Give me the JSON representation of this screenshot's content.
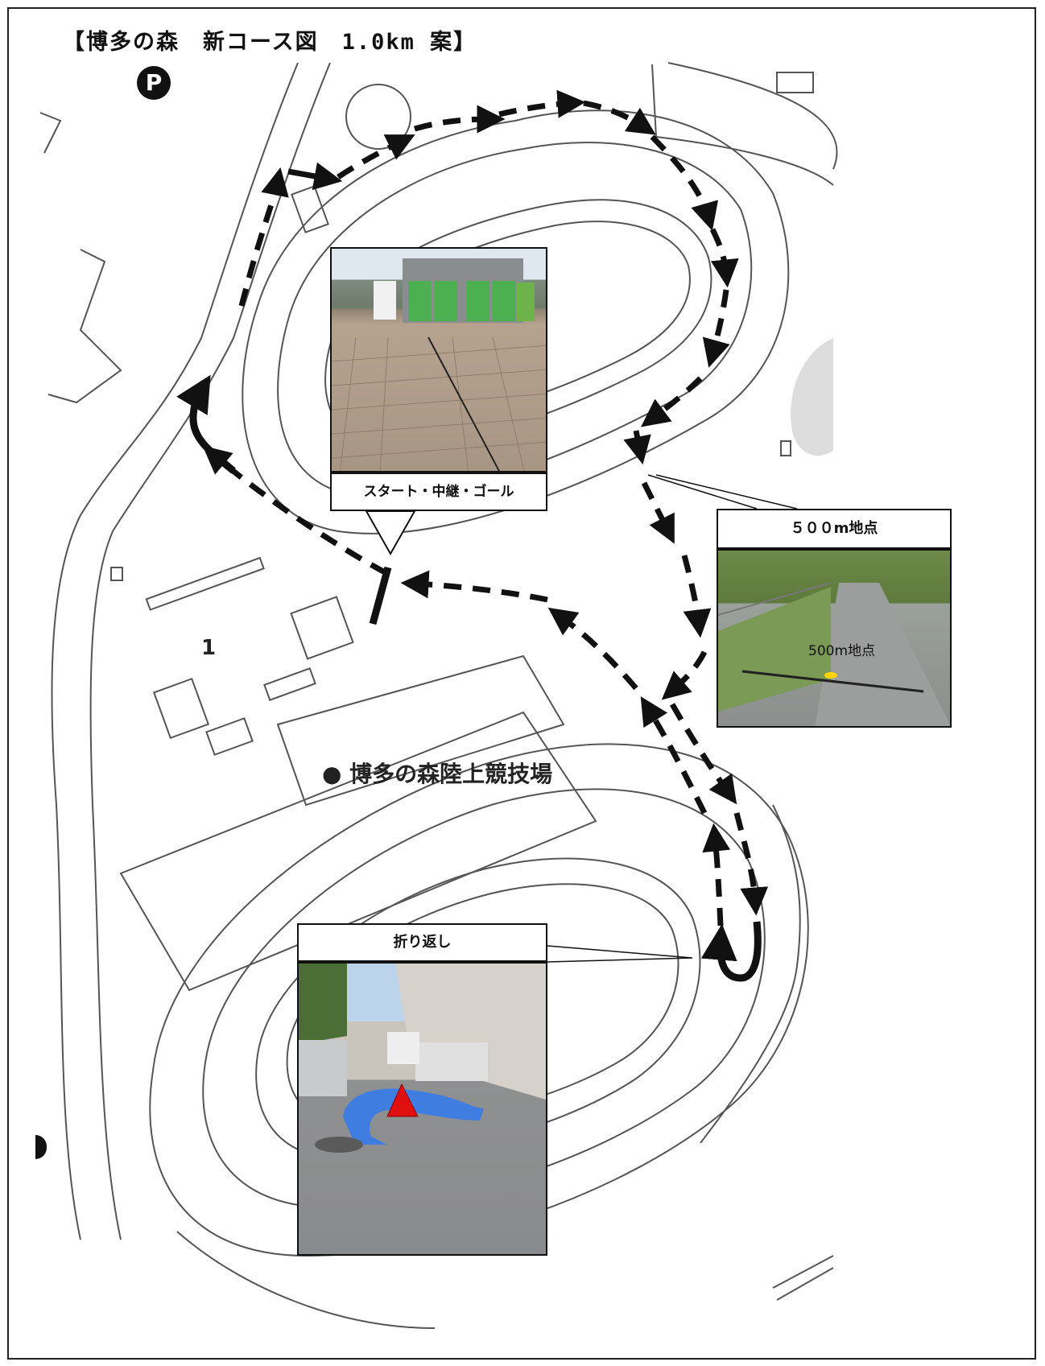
{
  "title": "【博多の森　新コース図　1.0km 案】",
  "parking_icon": "parking-icon",
  "parking_label": "P",
  "facility_number": "1",
  "facility_name": "● 博多の森陸上競技場",
  "callouts": {
    "start": {
      "label": "スタート・中継・ゴール"
    },
    "km500": {
      "label": "５００m地点",
      "photo_text": "500m地点"
    },
    "turn": {
      "label": "折り返し"
    }
  },
  "colors": {
    "route": "#111111",
    "map_lines": "#555555",
    "turn_arrow": "#4a7bd4",
    "turn_marker": "#e01010"
  }
}
